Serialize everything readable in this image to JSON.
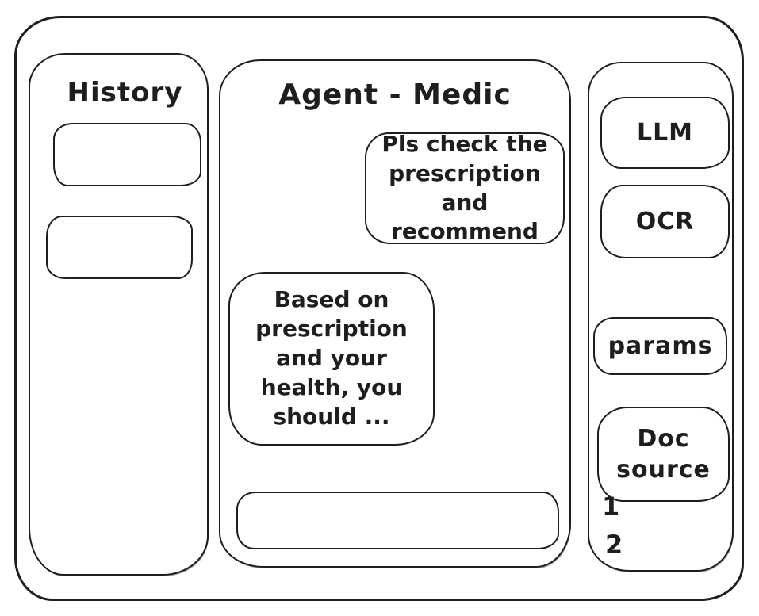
{
  "colors": {
    "stroke": "#1e1e1e",
    "background": "#ffffff"
  },
  "history_panel": {
    "title": "History"
  },
  "chat_panel": {
    "title": "Agent - Medic",
    "user_message": "Pls check the\nprescription\nand recommend",
    "agent_message": "Based on\nprescription\nand your\nhealth, you\nshould ...",
    "input_value": ""
  },
  "tools_panel": {
    "buttons": [
      {
        "label": "LLM"
      },
      {
        "label": "OCR"
      },
      {
        "label": "params"
      },
      {
        "label": "Doc\nsource"
      }
    ],
    "annotations": [
      "1",
      "2"
    ]
  }
}
